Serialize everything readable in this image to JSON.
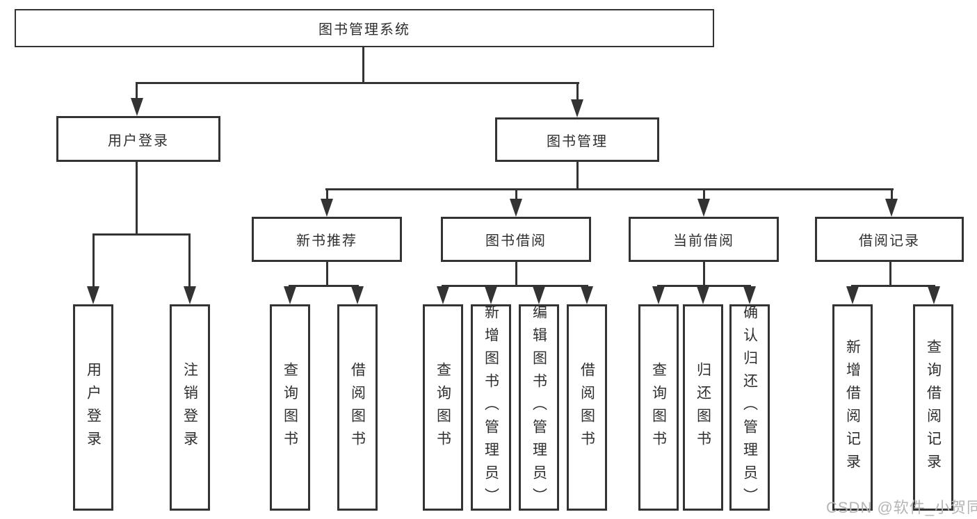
{
  "diagram": {
    "root": {
      "label": "图书管理系统"
    },
    "branches": [
      {
        "label": "用户登录",
        "children": [
          {
            "label": "用户登录"
          },
          {
            "label": "注销登录"
          }
        ]
      },
      {
        "label": "图书管理",
        "children": [
          {
            "label": "新书推荐",
            "children": [
              {
                "label": "查询图书"
              },
              {
                "label": "借阅图书"
              }
            ]
          },
          {
            "label": "图书借阅",
            "children": [
              {
                "label": "查询图书"
              },
              {
                "label": "新增图书（管理员）"
              },
              {
                "label": "编辑图书（管理员）"
              },
              {
                "label": "借阅图书"
              }
            ]
          },
          {
            "label": "当前借阅",
            "children": [
              {
                "label": "查询图书"
              },
              {
                "label": "归还图书"
              },
              {
                "label": "确认归还（管理员）"
              }
            ]
          },
          {
            "label": "借阅记录",
            "children": [
              {
                "label": "新增借阅记录"
              },
              {
                "label": "查询借阅记录"
              }
            ]
          }
        ]
      }
    ]
  },
  "watermark": {
    "text": "CSDN @软件_小贺同学"
  },
  "colors": {
    "line": "#333333",
    "ink": "#2f2f2f",
    "watermark": "#b5b5b5",
    "background": "#ffffff"
  }
}
